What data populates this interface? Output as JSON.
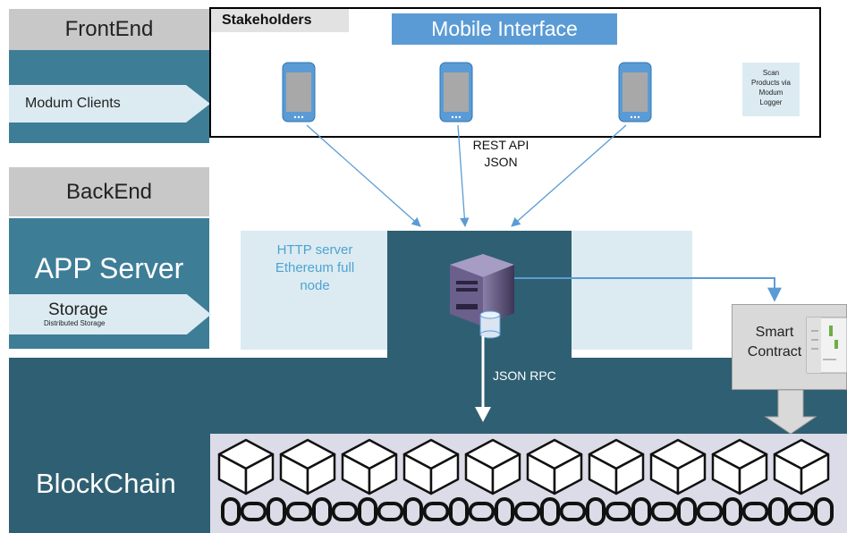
{
  "frontend": {
    "title": "FrontEnd",
    "clients_label": "Modum Clients"
  },
  "backend": {
    "title": "BackEnd",
    "app_server_label": "APP Server",
    "storage_label": "Storage",
    "storage_sublabel": "Distributed Storage"
  },
  "mobile": {
    "stakeholders_label": "Stakeholders",
    "title": "Mobile Interface",
    "scan_text": [
      "Scan",
      "Products via",
      "Modum",
      "Logger"
    ],
    "phone_count": 3
  },
  "api": {
    "rest_line1": "REST  API",
    "rest_line2": "JSON"
  },
  "server": {
    "http_lines": [
      "HTTP server",
      "Ethereum full",
      "node"
    ],
    "json_rpc_label": "JSON RPC"
  },
  "contract": {
    "line1": "Smart",
    "line2": "Contract"
  },
  "blockchain": {
    "label": "BlockChain",
    "block_count": 10
  },
  "colors": {
    "panel_dark": "#3e7d96",
    "band_dark": "#2f5f72",
    "light_blue": "#dcebf2",
    "accent_blue": "#5b9bd5",
    "gray": "#c8c8c8"
  }
}
